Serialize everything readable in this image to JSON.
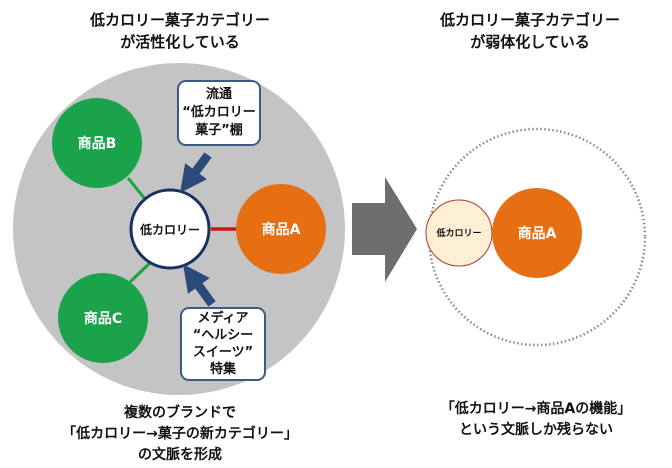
{
  "colors": {
    "active_circle_bg": "#c4c4c4",
    "green": "#1aa34a",
    "orange": "#e56f12",
    "navy": "#17325e",
    "arrow_blue": "#2c4a78",
    "red_line": "#c21a1a",
    "transition_arrow": "#6e6e6e",
    "dotted_outline": "#8a8a8a",
    "cream": "#fcefd4",
    "cream_border": "#b03a2e"
  },
  "left": {
    "title_lines": [
      "低カロリー菓子カテゴリー",
      "が活性化している"
    ],
    "center_node": "低カロリー",
    "products": [
      {
        "id": "B",
        "label": "商品B",
        "color": "green"
      },
      {
        "id": "C",
        "label": "商品C",
        "color": "green"
      },
      {
        "id": "A",
        "label": "商品A",
        "color": "orange"
      }
    ],
    "callout_top": {
      "lines": [
        "流通",
        "“低カロリー",
        "菓子”棚"
      ]
    },
    "callout_bottom": {
      "lines": [
        "メディア",
        "“ヘルシー",
        "スイーツ”",
        "特集"
      ]
    },
    "caption_lines": [
      "複数のブランドで",
      "「低カロリー→菓子の新カテゴリー」",
      "の文脈を形成"
    ]
  },
  "right": {
    "title_lines": [
      "低カロリー菓子カテゴリー",
      "が弱体化している"
    ],
    "small_node": "低カロリー",
    "product": "商品A",
    "caption_lines": [
      "「低カロリー→商品Aの機能」",
      "という文脈しか残らない"
    ]
  }
}
